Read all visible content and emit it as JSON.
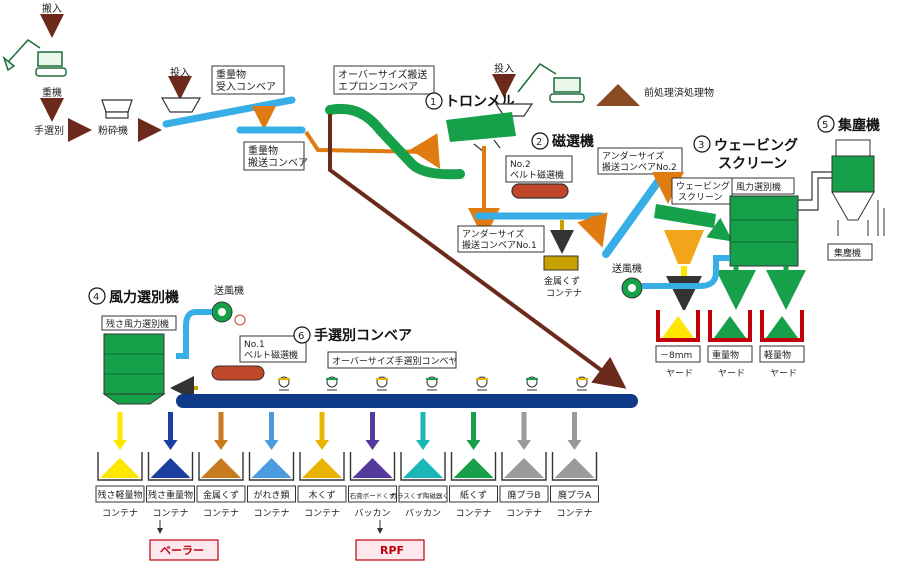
{
  "top": {
    "input_left": "搬入",
    "heavy_machine": "重機",
    "hand_sort": "手選別",
    "crusher": "粉砕機",
    "input_hopper": "投入",
    "heavy_in_conveyor": [
      "重量物",
      "受入コンベア"
    ],
    "heavy_out_conveyor": [
      "重量物",
      "搬送コンベア"
    ],
    "oversize_apron": [
      "オーバーサイズ搬送",
      "エプロンコンベア"
    ],
    "input_right": "投入",
    "pretreated": "前処理済処理物"
  },
  "processes": {
    "trommel": {
      "num": "1",
      "name": "トロンメル"
    },
    "magnet": {
      "num": "2",
      "name": "磁選機"
    },
    "weaving": {
      "num": "3",
      "name": [
        "ウェービング",
        "スクリーン"
      ]
    },
    "wind_sep": {
      "num": "4",
      "name": "風力選別機"
    },
    "dust": {
      "num": "5",
      "name": "集塵機"
    },
    "hand_conveyor": {
      "num": "6",
      "name": "手選別コンベア"
    }
  },
  "middle": {
    "magnet2": [
      "No.2",
      "ベルト磁選機"
    ],
    "under1": [
      "アンダーサイズ",
      "搬送コンベアNo.1"
    ],
    "metal_container": [
      "金属くず",
      "コンテナ"
    ],
    "under2": [
      "アンダーサイズ",
      "搬送コンベアNo.2"
    ],
    "weaving_small": [
      "ウェービング",
      "スクリーン"
    ],
    "wind_sep_box": "風力選別機",
    "blower": "送風機",
    "dust_box": "集塵機"
  },
  "yards": [
    {
      "name": "－8mm",
      "sub": "ヤード",
      "color": "#ffe600"
    },
    {
      "name": "重量物",
      "sub": "ヤード",
      "color": "#16a04a"
    },
    {
      "name": "軽量物",
      "sub": "ヤード",
      "color": "#16a04a"
    }
  ],
  "lower": {
    "blower": "送風機",
    "residual_wind": "残さ風力選別機",
    "magnet1": [
      "No.1",
      "ベルト磁選機"
    ],
    "oversize_conveyor": "オーバーサイズ手選別コンベヤ"
  },
  "bins": [
    {
      "name": "残さ軽量物",
      "type": "コンテナ",
      "color": "#ffe600",
      "arrow": "#ffe600"
    },
    {
      "name": "残さ重量物",
      "type": "コンテナ",
      "color": "#1a3fa0",
      "arrow": "#1a3fa0"
    },
    {
      "name": "金属くず",
      "type": "コンテナ",
      "color": "#c87a1e",
      "arrow": "#c87a1e"
    },
    {
      "name": "がれき類",
      "type": "コンテナ",
      "color": "#4b9be0",
      "arrow": "#4b9be0"
    },
    {
      "name": "木くず",
      "type": "コンテナ",
      "color": "#e8b400",
      "arrow": "#e8b400"
    },
    {
      "name": "石膏ボードくず",
      "type": "バッカン",
      "color": "#553a9e",
      "arrow": "#553a9e"
    },
    {
      "name": "ガラスくず陶磁器くず",
      "type": "バッカン",
      "color": "#1ab6b8",
      "arrow": "#1ab6b8"
    },
    {
      "name": "紙くず",
      "type": "コンテナ",
      "color": "#16a04a",
      "arrow": "#16a04a"
    },
    {
      "name": "廃プラB",
      "type": "コンテナ",
      "color": "#9a9a9a",
      "arrow": "#9a9a9a"
    },
    {
      "name": "廃プラA",
      "type": "コンテナ",
      "color": "#9a9a9a",
      "arrow": "#9a9a9a"
    }
  ],
  "outputs": {
    "baler": "ベーラー",
    "rpf": "RPF"
  }
}
